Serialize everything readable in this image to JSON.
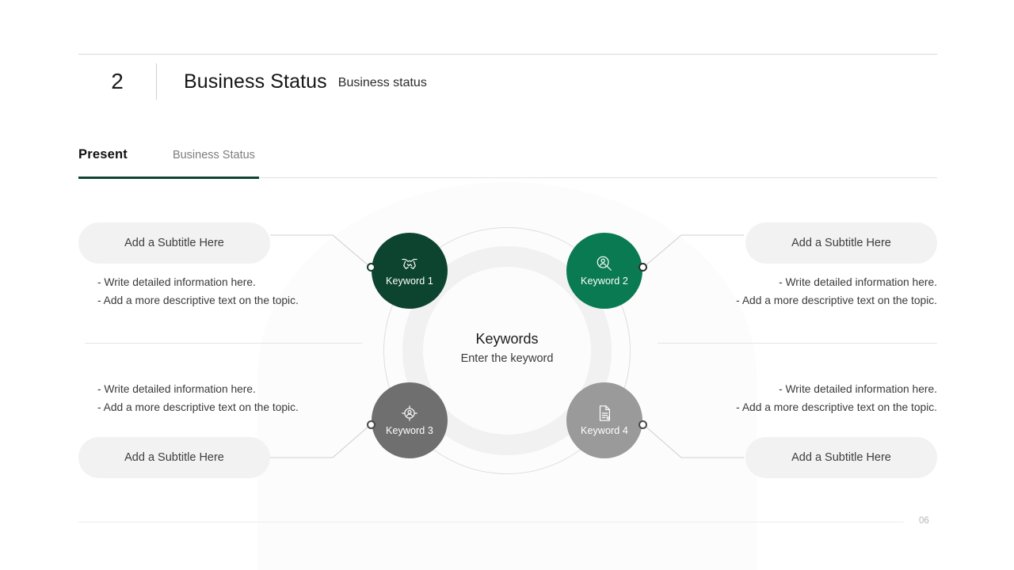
{
  "header": {
    "section_number": "2",
    "title": "Business Status",
    "subtitle": "Business status"
  },
  "tabs": [
    {
      "label": "Present",
      "active": true
    },
    {
      "label": "Business Status",
      "active": false
    }
  ],
  "center": {
    "title": "Keywords",
    "subtitle": "Enter the keyword"
  },
  "nodes": [
    {
      "id": "node1",
      "label": "Keyword 1",
      "icon": "handshake-icon",
      "color": "#0d4430"
    },
    {
      "id": "node2",
      "label": "Keyword 2",
      "icon": "person-search-icon",
      "color": "#0a7a52"
    },
    {
      "id": "node3",
      "label": "Keyword 3",
      "icon": "target-person-icon",
      "color": "#6f6f6f"
    },
    {
      "id": "node4",
      "label": "Keyword 4",
      "icon": "document-icon",
      "color": "#9a9a9a"
    }
  ],
  "panels": [
    {
      "subtitle": "Add a Subtitle Here",
      "lines": [
        "- Write detailed information here.",
        "- Add a more descriptive text on the topic."
      ]
    },
    {
      "subtitle": "Add a Subtitle Here",
      "lines": [
        "- Write detailed information here.",
        "- Add a more descriptive text on the topic."
      ]
    },
    {
      "subtitle": "Add a Subtitle Here",
      "lines": [
        "- Write detailed information here.",
        "- Add a more descriptive text on the topic."
      ]
    },
    {
      "subtitle": "Add a Subtitle Here",
      "lines": [
        "- Write detailed information here.",
        "- Add a more descriptive text on the topic."
      ]
    }
  ],
  "footer": {
    "page_number": "06"
  },
  "colors": {
    "accent": "#0d4430",
    "accent_light": "#0a7a52",
    "gray_dark": "#6f6f6f",
    "gray_light": "#9a9a9a",
    "pill_bg": "#f2f2f2",
    "ring": "#f1f1f1"
  }
}
